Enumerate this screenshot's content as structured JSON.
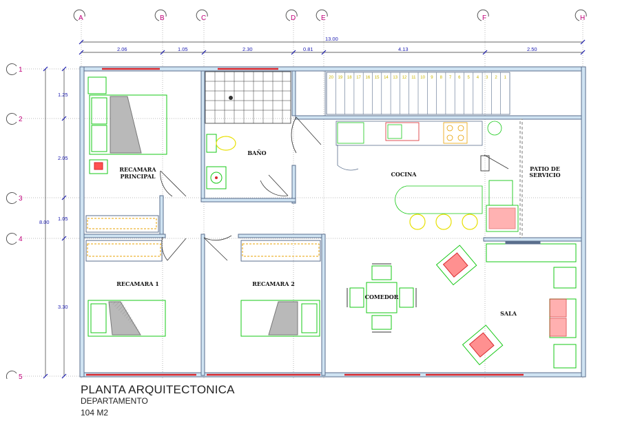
{
  "caption": {
    "title": "PLANTA ARQUITECTONICA",
    "subtitle": "DEPARTAMENTO",
    "area": "104 M2"
  },
  "axes_x": [
    "A",
    "B",
    "C",
    "D",
    "E",
    "F",
    "H"
  ],
  "axes_y": [
    "1",
    "2",
    "3",
    "4",
    "5"
  ],
  "dims_top": {
    "total": "13.00",
    "segments": [
      "2.06",
      "1.05",
      "2.30",
      "0.81",
      "4.13",
      "2.50"
    ]
  },
  "dims_left": {
    "total": "8.00",
    "segments": [
      "1.25",
      "2.05",
      "1.05",
      "3.30"
    ]
  },
  "rooms": {
    "master": [
      "RECAMARA",
      "PRINCIPAL"
    ],
    "bath": "BAÑO",
    "kitchen": "COCINA",
    "service": [
      "PATIO DE",
      "SERVICIO"
    ],
    "bed1": "RECAMARA 1",
    "bed2": "RECAMARA 2",
    "dining": "COMEDOR",
    "living": "SALA"
  },
  "stair_steps": [
    "20",
    "19",
    "18",
    "17",
    "16",
    "15",
    "14",
    "13",
    "12",
    "11",
    "10",
    "9",
    "8",
    "7",
    "6",
    "5",
    "4",
    "3",
    "2",
    "1"
  ],
  "colors": {
    "wall": "#5a6e8c",
    "wall_fill": "#cfe3f2",
    "furniture": "#16c816",
    "window": "#d8262b",
    "dimension": "#1a1ab0",
    "axis": "#c0007a",
    "yellow": "#e8e000"
  }
}
